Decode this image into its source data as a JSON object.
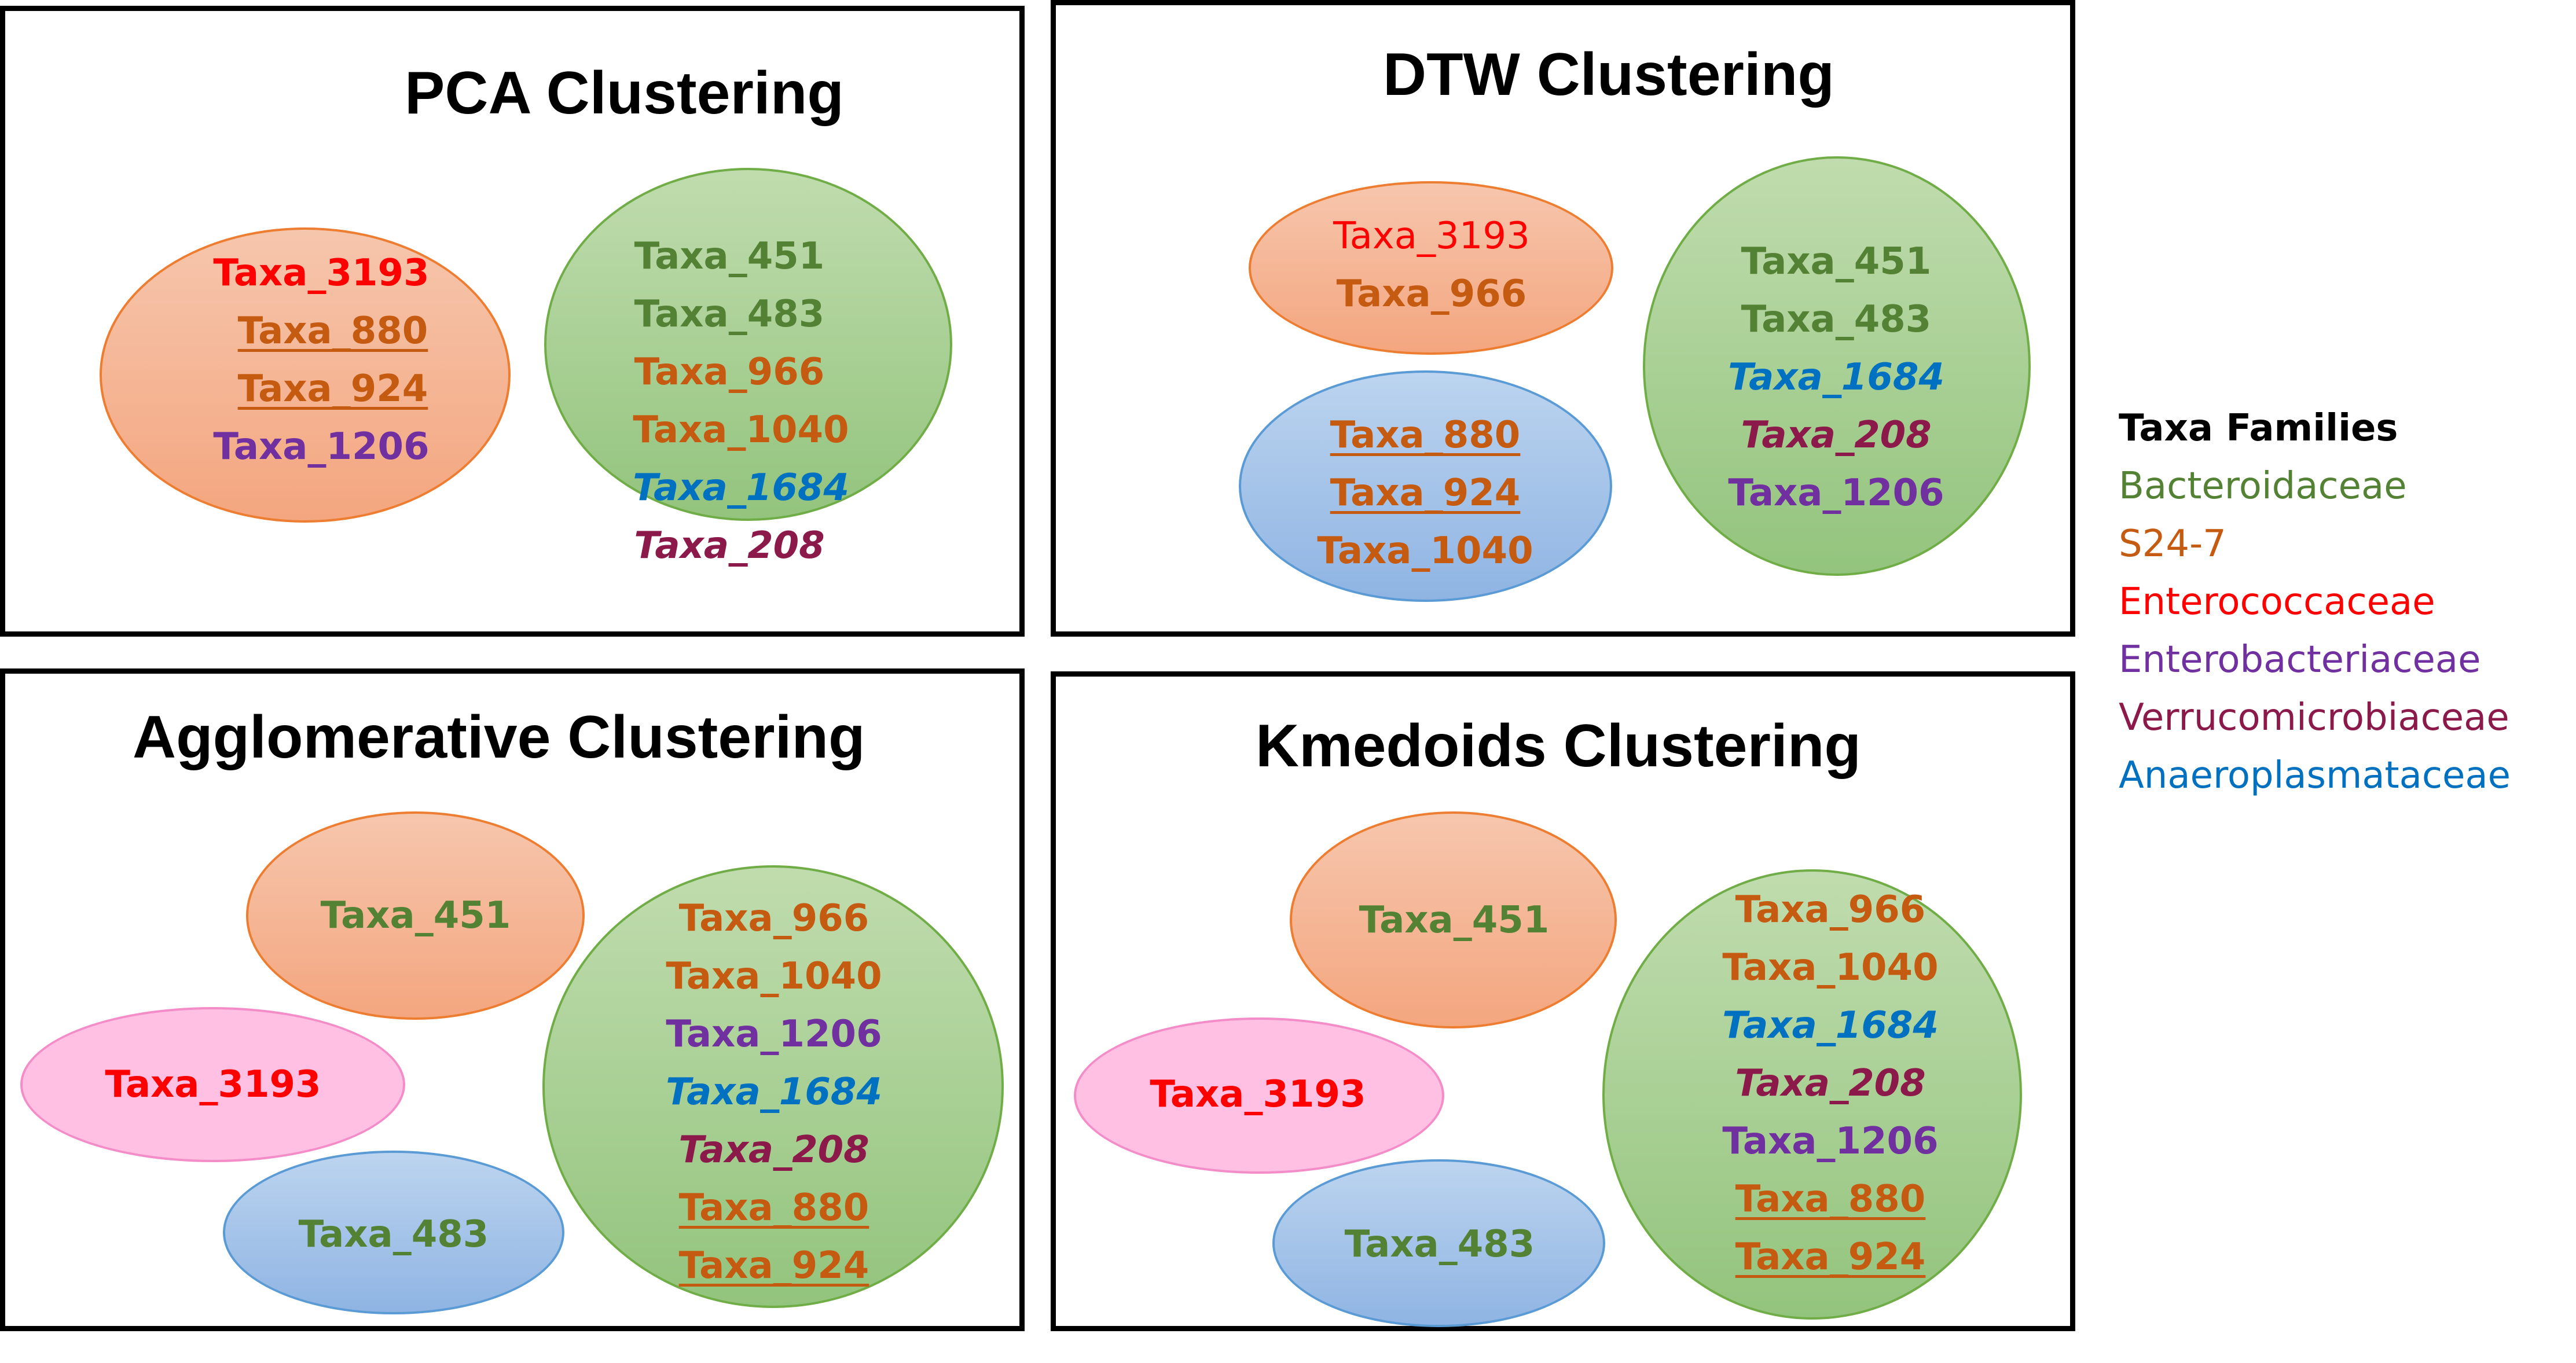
{
  "colors": {
    "bacteroidaceae": "#548235",
    "s24_7": "#c55a11",
    "enterococcaceae": "#ff0000",
    "enterobacteriaceae": "#7030a0",
    "verrucomicrobiaceae": "#8b1a4a",
    "anaeroplasmataceae": "#0070c0"
  },
  "panels": {
    "pca": {
      "title": "PCA Clustering",
      "orange": [
        "Taxa_3193",
        "Taxa_880",
        "Taxa_924",
        "Taxa_1206"
      ],
      "green": [
        "Taxa_451",
        "Taxa_483",
        "Taxa_966",
        "Taxa_1040",
        "Taxa_1684",
        "Taxa_208"
      ]
    },
    "dtw": {
      "title": "DTW Clustering",
      "orange": [
        "Taxa_3193",
        "Taxa_966"
      ],
      "blue": [
        "Taxa_880",
        "Taxa_924",
        "Taxa_1040"
      ],
      "green": [
        "Taxa_451",
        "Taxa_483",
        "Taxa_1684",
        "Taxa_208",
        "Taxa_1206"
      ]
    },
    "agg": {
      "title": "Agglomerative Clustering",
      "orange": [
        "Taxa_451"
      ],
      "pink": [
        "Taxa_3193"
      ],
      "blue": [
        "Taxa_483"
      ],
      "green": [
        "Taxa_966",
        "Taxa_1040",
        "Taxa_1206",
        "Taxa_1684",
        "Taxa_208",
        "Taxa_880",
        "Taxa_924"
      ]
    },
    "kmed": {
      "title": "Kmedoids Clustering",
      "orange": [
        "Taxa_451"
      ],
      "pink": [
        "Taxa_3193"
      ],
      "blue": [
        "Taxa_483"
      ],
      "green": [
        "Taxa_966",
        "Taxa_1040",
        "Taxa_1684",
        "Taxa_208",
        "Taxa_1206",
        "Taxa_880",
        "Taxa_924"
      ]
    }
  },
  "legend": {
    "title": "Taxa Families",
    "items": [
      "Bacteroidaceae",
      "S24-7",
      "Enterococcaceae",
      "Enterobacteriaceae",
      "Verrucomicrobiaceae",
      "Anaeroplasmataceae"
    ]
  }
}
